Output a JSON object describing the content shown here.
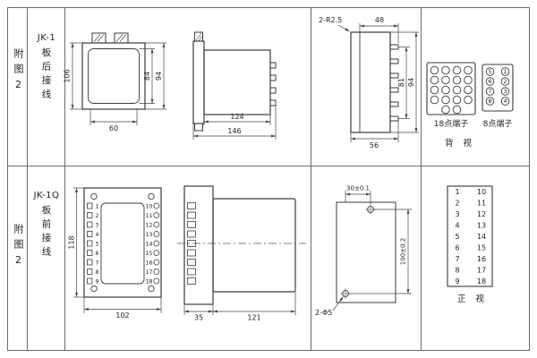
{
  "panel": {
    "top_row": {
      "figure_label": "附图2",
      "model": "JK-1",
      "wiring": "板后接线",
      "front_view": {
        "height": "106",
        "inner_height": "84",
        "total_height": "94",
        "width": "60"
      },
      "side_view": {
        "body_depth": "124",
        "total_depth": "146"
      },
      "rear_side_view": {
        "radius_callout": "2-R2.5",
        "top_depth": "48",
        "stud_span": "81",
        "height": "94",
        "bottom_depth": "56"
      },
      "rear_view": {
        "block18_label": "18点端子",
        "block8_label": "8点端子",
        "view_label": "背 视",
        "block8_terminals": [
          "5",
          "1",
          "6",
          "2",
          "7",
          "3",
          "8",
          "4"
        ]
      }
    },
    "bottom_row": {
      "figure_label": "附图2",
      "model": "JK-1Q",
      "wiring": "板前接线",
      "front_view": {
        "height": "118",
        "width": "102",
        "left_terminals": [
          "1",
          "2",
          "3",
          "4",
          "5",
          "6",
          "7",
          "8",
          "9"
        ],
        "right_terminals": [
          "10",
          "11",
          "12",
          "13",
          "14",
          "15",
          "16",
          "17",
          "18"
        ]
      },
      "side_view": {
        "plate_depth": "35",
        "body_depth": "121"
      },
      "cutout_view": {
        "hole_offset_x": "30±0.1",
        "hole_offset_y": "100±0.2",
        "holes_callout": "2-Φ5"
      },
      "terminal_table": {
        "left": [
          "1",
          "2",
          "3",
          "4",
          "5",
          "6",
          "7",
          "8",
          "9"
        ],
        "right": [
          "10",
          "11",
          "12",
          "13",
          "14",
          "15",
          "16",
          "17",
          "18"
        ],
        "view_label": "正 视"
      }
    }
  }
}
